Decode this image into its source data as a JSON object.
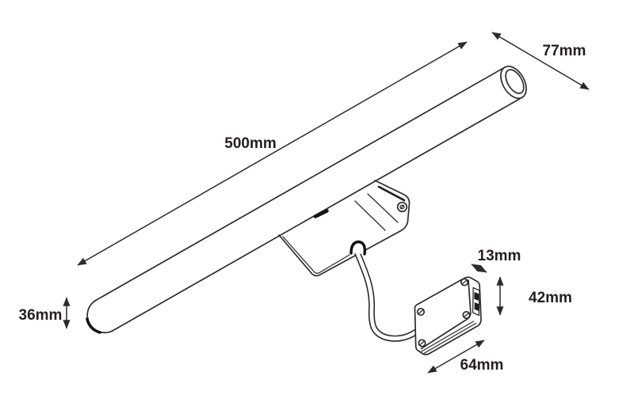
{
  "colors": {
    "line": "#2b2b2b",
    "text": "#231f20",
    "background": "#ffffff"
  },
  "diagram": {
    "dimensions": {
      "length": "500mm",
      "depth": "77mm",
      "diameter": "36mm",
      "driver_width": "13mm",
      "driver_height": "42mm",
      "driver_length": "64mm"
    }
  }
}
